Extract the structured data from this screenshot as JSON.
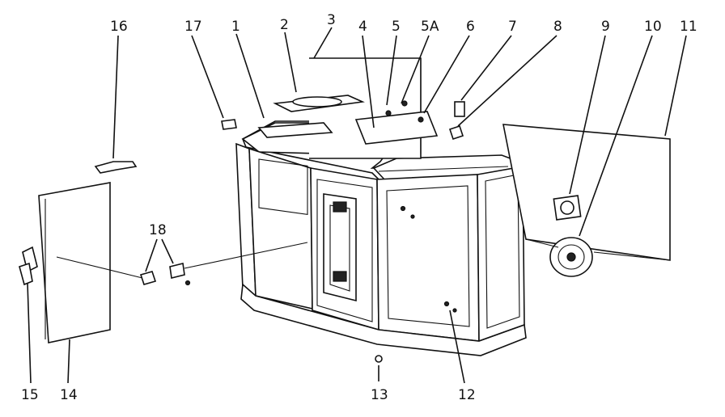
{
  "diagram": {
    "callouts": [
      {
        "id": "c1",
        "label": "1"
      },
      {
        "id": "c2",
        "label": "2"
      },
      {
        "id": "c3",
        "label": "3"
      },
      {
        "id": "c4",
        "label": "4"
      },
      {
        "id": "c5",
        "label": "5"
      },
      {
        "id": "c5a",
        "label": "5A"
      },
      {
        "id": "c6",
        "label": "6"
      },
      {
        "id": "c7",
        "label": "7"
      },
      {
        "id": "c8",
        "label": "8"
      },
      {
        "id": "c9",
        "label": "9"
      },
      {
        "id": "c10",
        "label": "10"
      },
      {
        "id": "c11",
        "label": "11"
      },
      {
        "id": "c12",
        "label": "12"
      },
      {
        "id": "c13",
        "label": "13"
      },
      {
        "id": "c14",
        "label": "14"
      },
      {
        "id": "c15",
        "label": "15"
      },
      {
        "id": "c16",
        "label": "16"
      },
      {
        "id": "c17",
        "label": "17"
      },
      {
        "id": "c18",
        "label": "18"
      }
    ]
  }
}
